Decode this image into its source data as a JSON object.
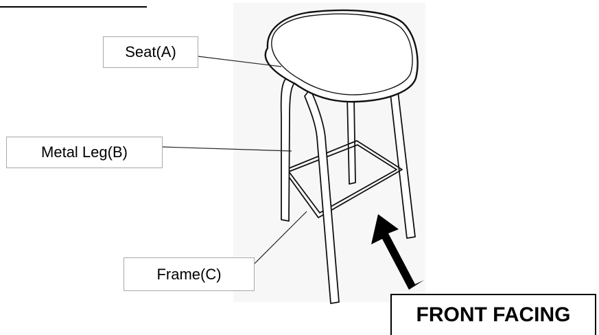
{
  "labels": {
    "seat": "Seat(A)",
    "leg": "Metal Leg(B)",
    "frame": "Frame(C)"
  },
  "front_facing": "FRONT FACING",
  "colors": {
    "line": "#000000",
    "label_border": "#a8a8a8",
    "background": "#ffffff"
  }
}
